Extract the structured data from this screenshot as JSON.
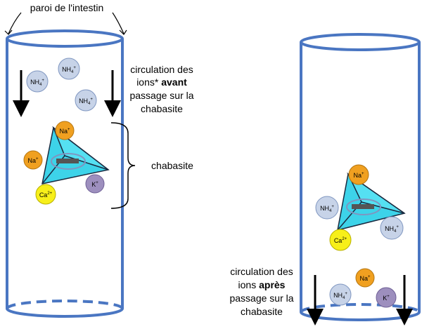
{
  "title": "paroi de l'intestin",
  "labels": {
    "before": {
      "line1": "circulation des",
      "line2_pre": "ions* ",
      "line2_bold": "avant",
      "line3": "passage sur la",
      "line4": "chabasite"
    },
    "chabasite": "chabasite",
    "after": {
      "line1": "circulation des",
      "line2_pre": "ions ",
      "line2_bold": "après",
      "line3": "passage sur la",
      "line4": "chabasite"
    }
  },
  "ions": {
    "nh4": {
      "base": "NH",
      "sub": "4",
      "sup": "+",
      "color": "#c7d3e8"
    },
    "na": {
      "base": "Na",
      "sup": "+",
      "color": "#f0a020"
    },
    "ca": {
      "base": "Ca",
      "sup": "2+",
      "color": "#f7ef1a"
    },
    "k": {
      "base": "K",
      "sup": "+",
      "color": "#9d8fbe"
    }
  },
  "colors": {
    "tube": "#4a76c2",
    "tetrahedron": "#3dd3e9",
    "tetra_stroke": "#1a2a40",
    "charge_bar": "#555555"
  }
}
